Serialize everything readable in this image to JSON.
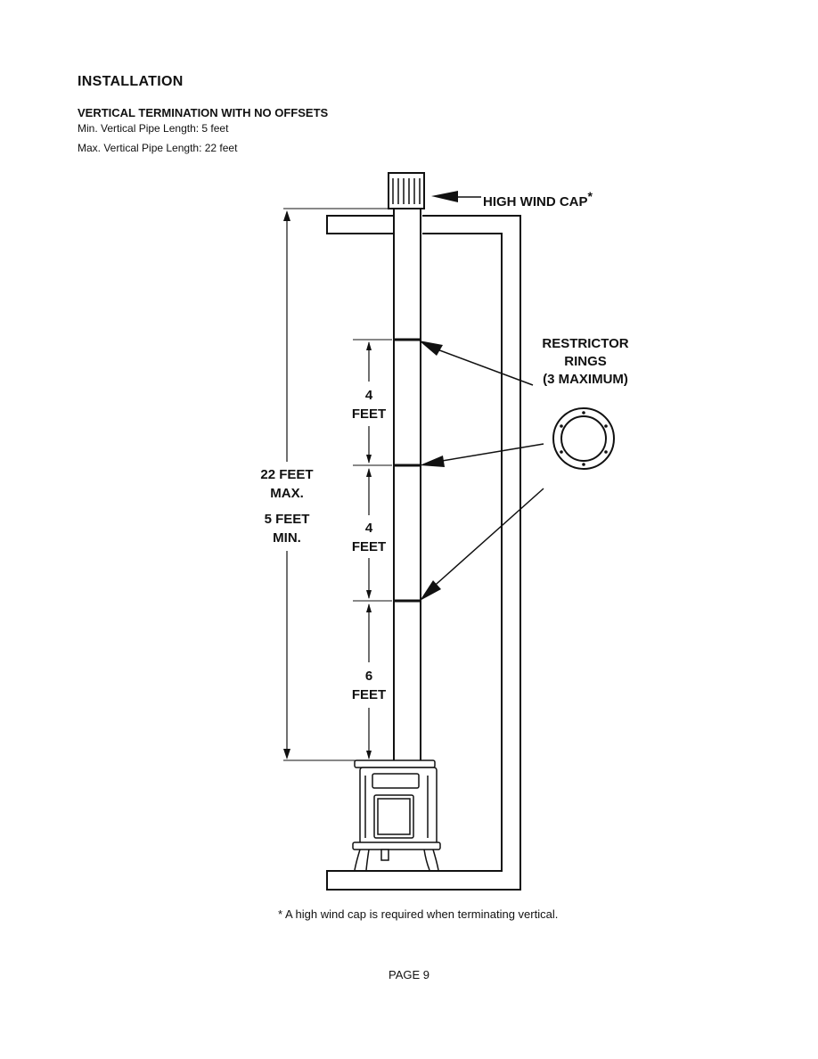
{
  "heading": "INSTALLATION",
  "subheading": "VERTICAL TERMINATION WITH NO OFFSETS",
  "specs": {
    "min_length": "Min. Vertical Pipe Length: 5 feet",
    "max_length": "Max. Vertical Pipe Length: 22 feet"
  },
  "diagram": {
    "cap_label": "HIGH WIND CAP",
    "cap_asterisk": "*",
    "restrictor_line1": "RESTRICTOR",
    "restrictor_line2": "RINGS",
    "restrictor_line3": "(3 MAXIMUM)",
    "overall_max_value": "22 FEET",
    "overall_max_word": "MAX.",
    "overall_min_value": "5 FEET",
    "overall_min_word": "MIN.",
    "segment_top_value": "4",
    "segment_top_unit": "FEET",
    "segment_mid_value": "4",
    "segment_mid_unit": "FEET",
    "segment_bottom_value": "6",
    "segment_bottom_unit": "FEET",
    "icons": [
      "high-wind-cap-icon",
      "restrictor-ring-icon",
      "wood-stove-icon"
    ],
    "colors": {
      "line": "#111111",
      "background": "#ffffff"
    }
  },
  "footnote": "* A high wind cap is required when terminating vertical.",
  "page_label": "PAGE 9"
}
